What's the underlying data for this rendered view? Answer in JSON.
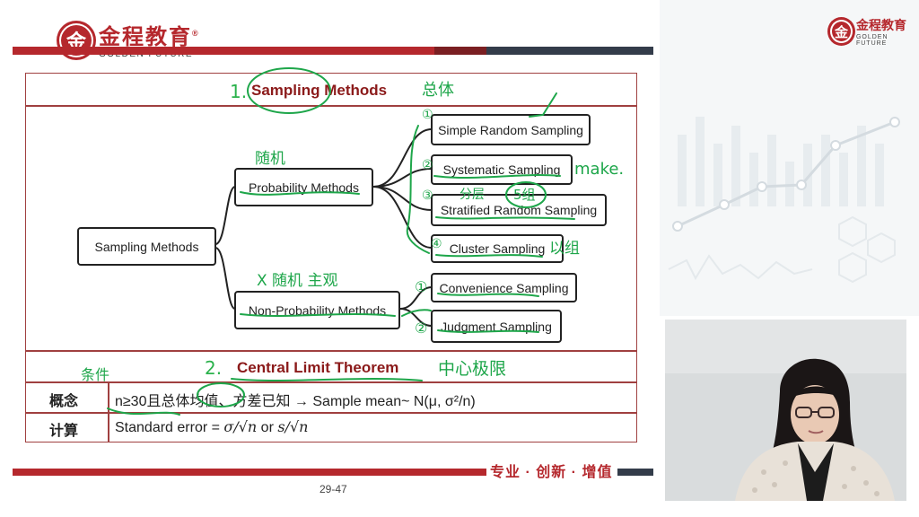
{
  "header": {
    "logo_seal": "金",
    "brand_cn": "金程教育",
    "brand_en": "GOLDEN FUTURE",
    "registered": "®"
  },
  "slide": {
    "section1": {
      "number": "1.",
      "title": "Sampling Methods"
    },
    "tree": {
      "root": "Sampling Methods",
      "probability": "Probability Methods",
      "non_probability": "Non-Probability Methods",
      "prob_children": [
        "Simple Random Sampling",
        "Systematic Sampling",
        "Stratified Random Sampling",
        "Cluster Sampling"
      ],
      "nonprob_children": [
        "Convenience Sampling",
        "Judgment Sampling"
      ]
    },
    "section2": {
      "number": "2.",
      "title": "Central Limit Theorem"
    },
    "rows": [
      {
        "label": "概念",
        "text": "n≥30且总体均值、方差已知 → Sample mean~ N(μ, σ²/n)"
      },
      {
        "label": "计算",
        "text_prefix": "Standard error = ",
        "f1": "σ/√n",
        "or": " or ",
        "f2": "s/√n"
      }
    ]
  },
  "annotations": {
    "a_total": "总体",
    "a_random": "随机",
    "a_nonrandom": "X 随机 主观",
    "a_make": "make.",
    "a_grouping": "分层",
    "a_5groups": "5组",
    "a_group": "以组",
    "a_clt": "中心极限",
    "a_n1": "①",
    "a_n2": "②",
    "a_n3": "③",
    "a_n4": "④",
    "a_m1": "①",
    "a_m2": "②",
    "a_left": "条件"
  },
  "footer": {
    "slogan": "专业 · 创新 · 增值",
    "page": "29-47"
  },
  "right_panel": {
    "brand_cn": "金程教育",
    "brand_en": "GOLDEN FUTURE"
  },
  "colors": {
    "brand_red": "#b5282d",
    "dark_bar": "#333c4a",
    "table_line": "#a04040",
    "ink_green": "#1ea64a"
  }
}
